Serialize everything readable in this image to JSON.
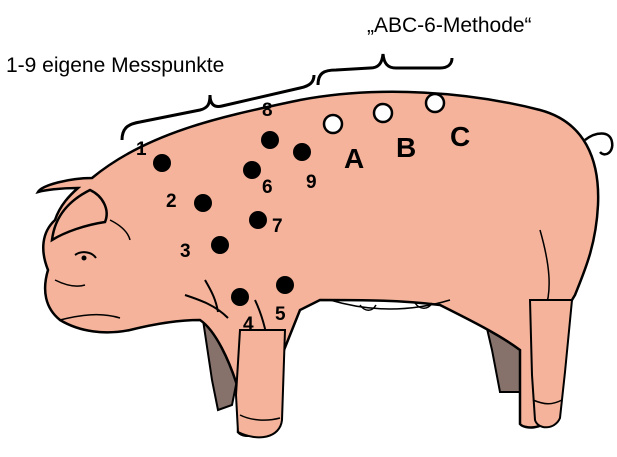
{
  "captions": {
    "own_points": "1-9 eigene Messpunkte",
    "abc_method": "„ABC-6-Methode“"
  },
  "points": [
    {
      "label": "1"
    },
    {
      "label": "2"
    },
    {
      "label": "3"
    },
    {
      "label": "4"
    },
    {
      "label": "5"
    },
    {
      "label": "6"
    },
    {
      "label": "7"
    },
    {
      "label": "8"
    },
    {
      "label": "9"
    }
  ],
  "abc_points": [
    {
      "label": "A"
    },
    {
      "label": "B"
    },
    {
      "label": "C"
    }
  ],
  "colors": {
    "pig_body": "#f4b39a",
    "pig_outline": "#000000",
    "pig_shadow": "#86726b",
    "filled_marker": "#000000",
    "open_marker": "#ffffff"
  }
}
